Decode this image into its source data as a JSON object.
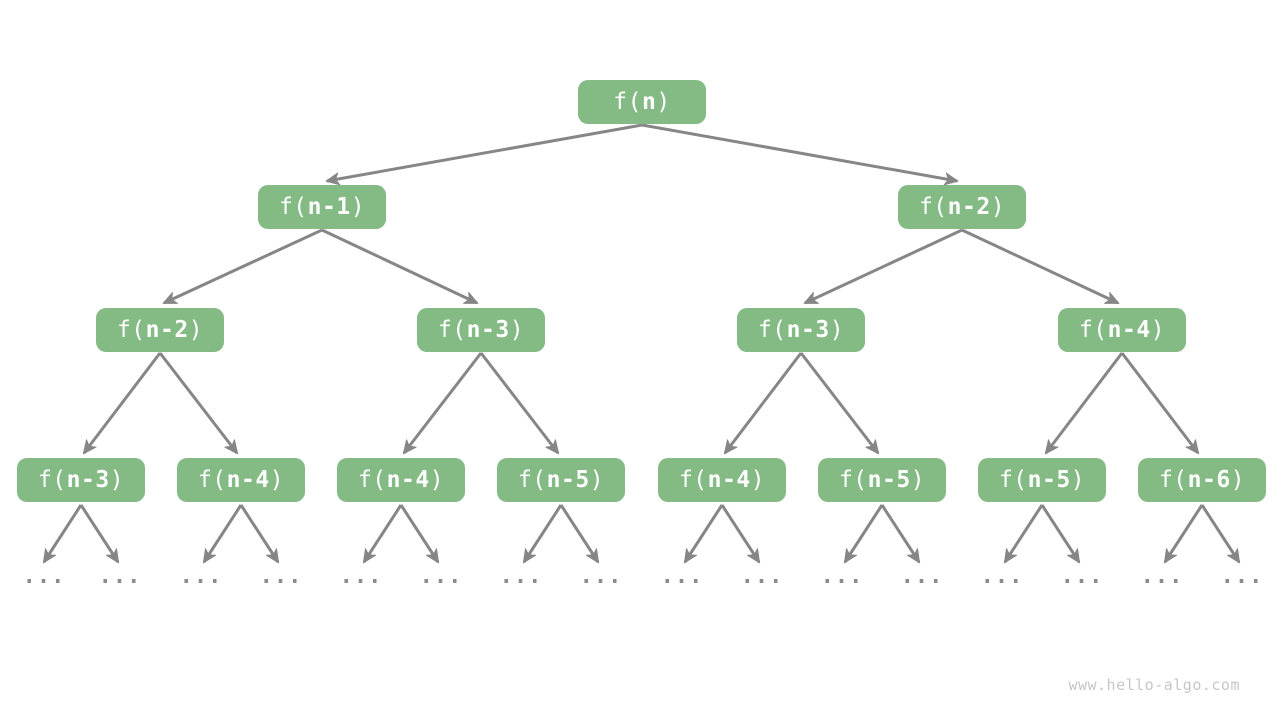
{
  "page": {
    "watermark": "www.hello-algo.com"
  },
  "colors": {
    "node_green": "#84BA84",
    "node_text": "#ffffff",
    "arrow_gray": "#868686",
    "ellipsis_gray": "#8c8c8c",
    "watermark_gray": "#c6c6c6"
  },
  "tree": {
    "description": "recursion tree of f(n) = f(n-1) + f(n-2)",
    "ellipsis": "...",
    "nodes": [
      {
        "pre": "f(",
        "arg": "n",
        "post": ")",
        "level": 0
      },
      {
        "pre": "f(",
        "arg": "n-1",
        "post": ")",
        "level": 1
      },
      {
        "pre": "f(",
        "arg": "n-2",
        "post": ")",
        "level": 1
      },
      {
        "pre": "f(",
        "arg": "n-2",
        "post": ")",
        "level": 2
      },
      {
        "pre": "f(",
        "arg": "n-3",
        "post": ")",
        "level": 2
      },
      {
        "pre": "f(",
        "arg": "n-3",
        "post": ")",
        "level": 2
      },
      {
        "pre": "f(",
        "arg": "n-4",
        "post": ")",
        "level": 2
      },
      {
        "pre": "f(",
        "arg": "n-3",
        "post": ")",
        "level": 3
      },
      {
        "pre": "f(",
        "arg": "n-4",
        "post": ")",
        "level": 3
      },
      {
        "pre": "f(",
        "arg": "n-4",
        "post": ")",
        "level": 3
      },
      {
        "pre": "f(",
        "arg": "n-5",
        "post": ")",
        "level": 3
      },
      {
        "pre": "f(",
        "arg": "n-4",
        "post": ")",
        "level": 3
      },
      {
        "pre": "f(",
        "arg": "n-5",
        "post": ")",
        "level": 3
      },
      {
        "pre": "f(",
        "arg": "n-5",
        "post": ")",
        "level": 3
      },
      {
        "pre": "f(",
        "arg": "n-6",
        "post": ")",
        "level": 3
      }
    ]
  }
}
